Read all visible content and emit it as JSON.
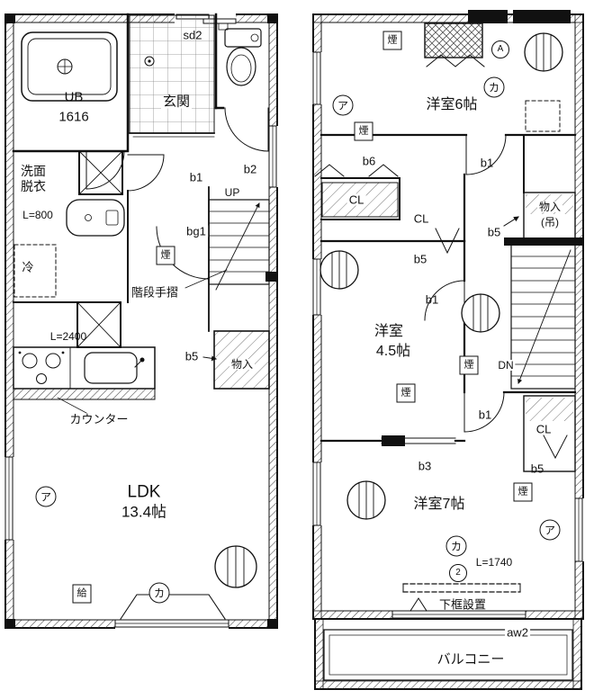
{
  "symbols": {
    "smoke": "煙",
    "kana_a": "ア",
    "kana_ka": "カ",
    "letter_a": "A",
    "num2": "2"
  },
  "floor1": {
    "ub_line1": "UB",
    "ub_line2": "1616",
    "senmen_line1": "洗面",
    "senmen_line2": "脱衣",
    "l800": "L=800",
    "rei": "冷",
    "genkan": "玄関",
    "sd2": "sd2",
    "b1": "b1",
    "b2": "b2",
    "bg1": "bg1",
    "up": "UP",
    "tesuri": "階段手摺",
    "l2400": "L=2400",
    "counter": "カウンター",
    "b5": "b5",
    "monoire": "物入",
    "ldk_line1": "LDK",
    "ldk_line2": "13.4帖",
    "kyu": "給"
  },
  "floor2": {
    "room6": "洋室6帖",
    "b6": "b6",
    "cl": "CL",
    "b1": "b1",
    "b5": "b5",
    "b3": "b3",
    "mono_line1": "物入",
    "mono_line2": "(吊)",
    "room45_line1": "洋室",
    "room45_line2": "4.5帖",
    "dn": "DN",
    "room7": "洋室7帖",
    "l1740": "L=1740",
    "shitawaku": "下框設置",
    "aw2": "aw2",
    "balcony": "バルコニー"
  }
}
